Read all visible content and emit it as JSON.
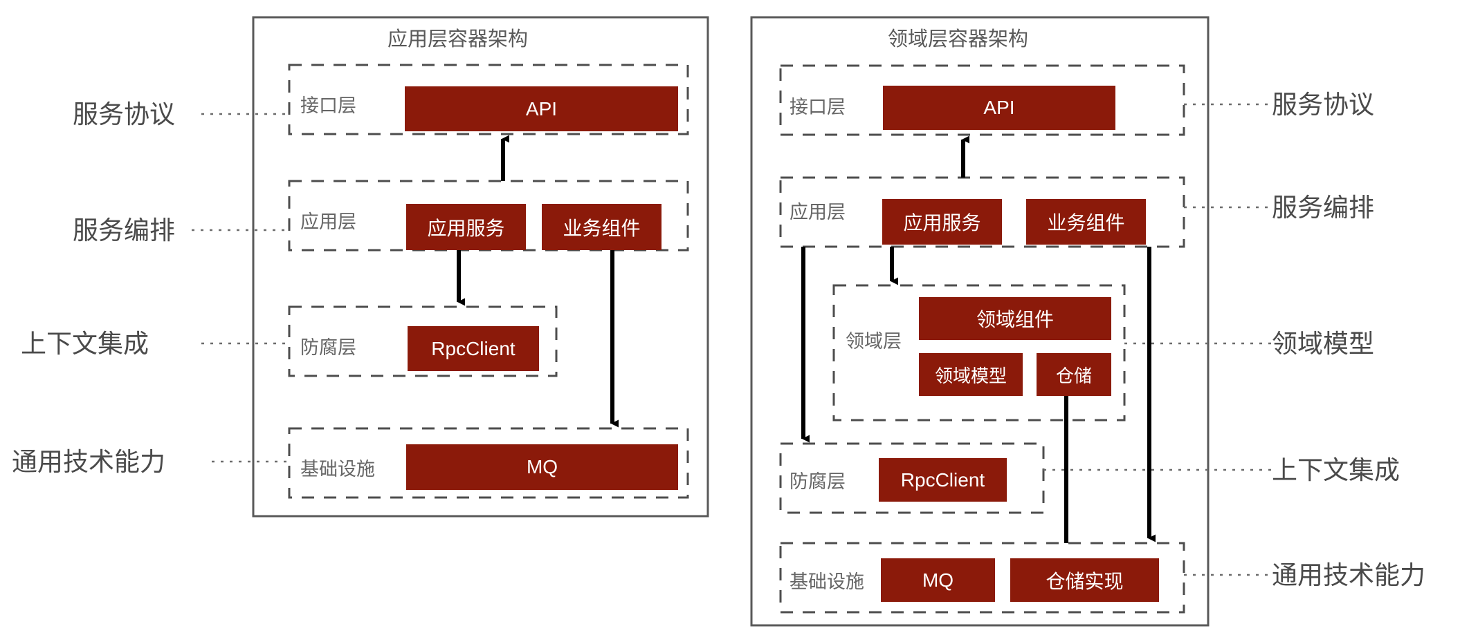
{
  "diagram": {
    "left_panel": {
      "title": "应用层容器架构",
      "side_labels": [
        "服务协议",
        "服务编排",
        "上下文集成",
        "通用技术能力"
      ],
      "layers": [
        {
          "name": "接口层",
          "components": [
            "API"
          ]
        },
        {
          "name": "应用层",
          "components": [
            "应用服务",
            "业务组件"
          ]
        },
        {
          "name": "防腐层",
          "components": [
            "RpcClient"
          ]
        },
        {
          "name": "基础设施",
          "components": [
            "MQ"
          ]
        }
      ],
      "arrows": [
        {
          "from": "应用服务",
          "to": "API",
          "direction": "up"
        },
        {
          "from": "应用服务",
          "to": "RpcClient",
          "direction": "down"
        },
        {
          "from": "业务组件",
          "to": "MQ",
          "direction": "down"
        }
      ]
    },
    "right_panel": {
      "title": "领域层容器架构",
      "side_labels": [
        "服务协议",
        "服务编排",
        "领域模型",
        "上下文集成",
        "通用技术能力"
      ],
      "layers": [
        {
          "name": "接口层",
          "components": [
            "API"
          ]
        },
        {
          "name": "应用层",
          "components": [
            "应用服务",
            "业务组件"
          ]
        },
        {
          "name": "领域层",
          "components": [
            "领域组件",
            "领域模型",
            "仓储"
          ]
        },
        {
          "name": "防腐层",
          "components": [
            "RpcClient"
          ]
        },
        {
          "name": "基础设施",
          "components": [
            "MQ",
            "仓储实现"
          ]
        }
      ],
      "arrows": [
        {
          "from": "应用服务",
          "to": "API",
          "direction": "up"
        },
        {
          "from": "应用服务",
          "to": "领域组件",
          "direction": "down"
        },
        {
          "from": "应用服务",
          "to": "RpcClient",
          "direction": "down"
        },
        {
          "from": "业务组件",
          "to": "仓储实现",
          "direction": "down"
        },
        {
          "from": "仓储实现",
          "to": "仓储",
          "direction": "up"
        }
      ]
    },
    "colors": {
      "component_fill": "#8B1A0A",
      "component_text": "#FFFFFF",
      "panel_border": "#595959",
      "layer_border": "#4d4d4d",
      "label_text": "#4a4a4a",
      "arrow": "#000000",
      "leader_line": "#6b6b6b"
    }
  }
}
